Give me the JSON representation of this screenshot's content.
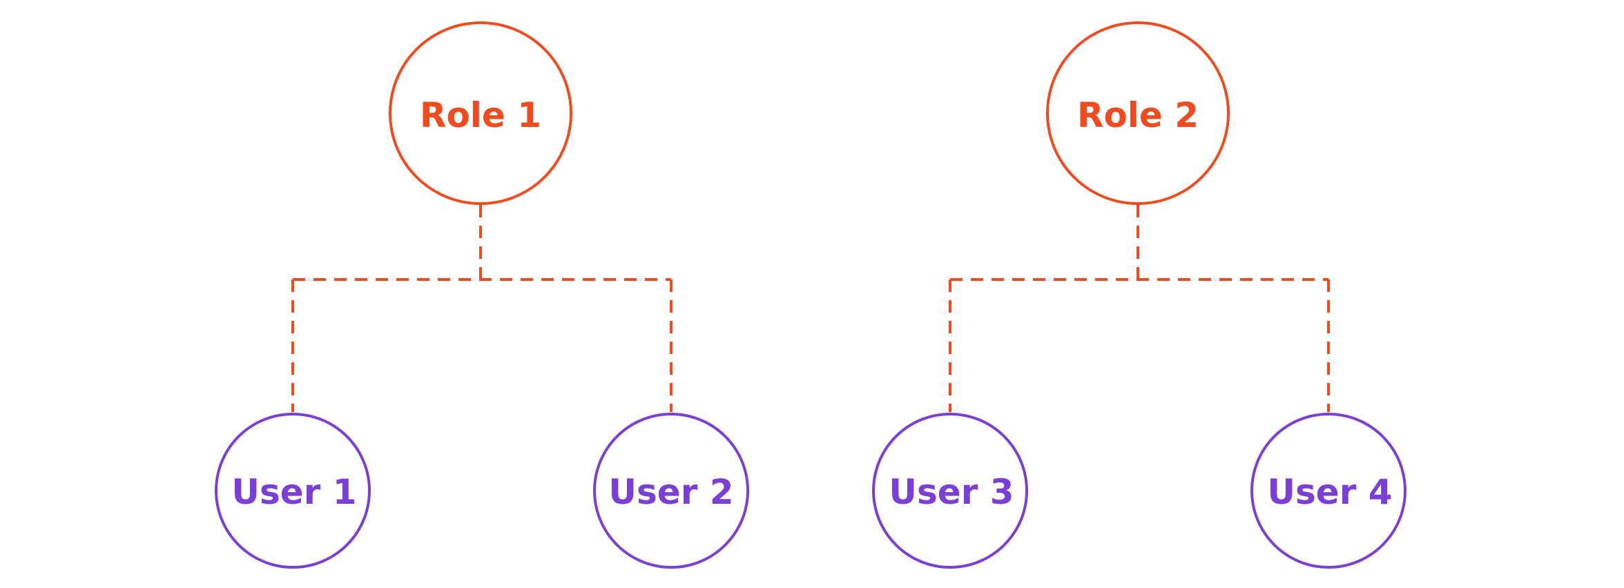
{
  "colors": {
    "role": "#f04a1f",
    "user": "#7b3fd6",
    "connector": "#f04a1f"
  },
  "roles": [
    {
      "label": "Role 1",
      "users": [
        {
          "label": "User 1"
        },
        {
          "label": "User 2"
        }
      ]
    },
    {
      "label": "Role 2",
      "users": [
        {
          "label": "User 3"
        },
        {
          "label": "User 4"
        }
      ]
    }
  ]
}
